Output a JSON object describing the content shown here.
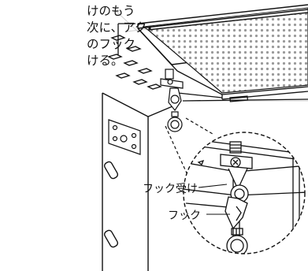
{
  "instruction": {
    "lines": [
      "けのもう",
      "次に、アク",
      "のフック",
      "ける。"
    ]
  },
  "callouts": {
    "hook_receiver": "フック受け",
    "hook": "フック"
  },
  "colors": {
    "line": "#111111",
    "mesh": "#b8b8b8",
    "background": "#ffffff"
  }
}
